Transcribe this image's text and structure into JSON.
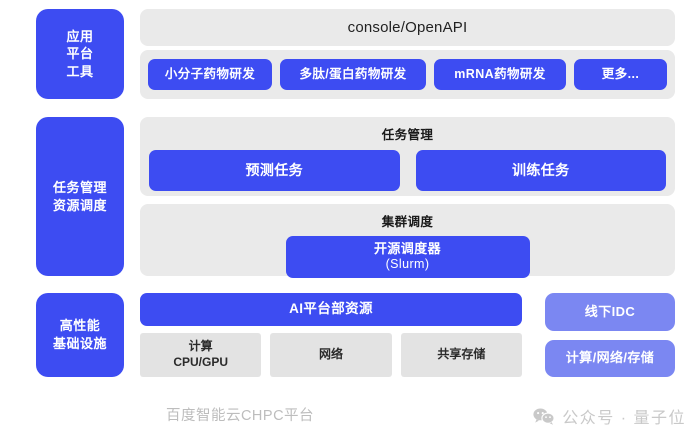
{
  "colors": {
    "primary_blue": "#3D4CF2",
    "light_blue": "#7B87F2",
    "panel_grey": "#EAEAEA",
    "box_grey": "#E3E3E3",
    "footer_grey": "#BDBDBD"
  },
  "rows": {
    "application": {
      "category_label": "应用\n平台\n工具",
      "category_lines": [
        "应用",
        "平台",
        "工具"
      ],
      "console_label": "console/OpenAPI",
      "apps": [
        {
          "label": "小分子药物研发"
        },
        {
          "label": "多肽/蛋白药物研发"
        },
        {
          "label": "mRNA药物研发"
        },
        {
          "label": "更多..."
        }
      ]
    },
    "scheduling": {
      "category_lines": [
        "任务管理",
        "资源调度"
      ],
      "task_management": {
        "title": "任务管理",
        "buttons": [
          {
            "label": "预测任务"
          },
          {
            "label": "训练任务"
          }
        ]
      },
      "cluster_scheduling": {
        "title": "集群调度",
        "scheduler": {
          "line1": "开源调度器",
          "line2": "(Slurm)"
        }
      }
    },
    "infrastructure": {
      "category_lines": [
        "高性能",
        "基础设施"
      ],
      "ai_resource_label": "AI平台部资源",
      "resources": [
        {
          "line1": "计算",
          "line2": "CPU/GPU"
        },
        {
          "line1": "网络",
          "line2": ""
        },
        {
          "line1": "共享存储",
          "line2": ""
        }
      ],
      "idc": [
        {
          "label": "线下IDC"
        },
        {
          "label": "计算/网络/存储"
        }
      ]
    }
  },
  "footer": {
    "caption": "百度智能云CHPC平台",
    "watermark_text": "公众号 · 量子位",
    "watermark_icon": "wechat-icon"
  }
}
